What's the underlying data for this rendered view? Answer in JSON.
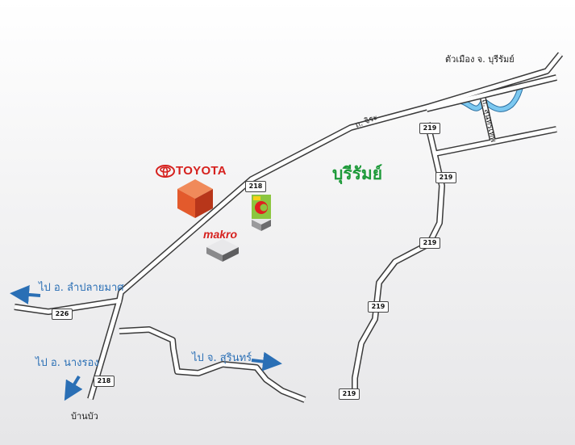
{
  "labels": {
    "city_center": "ตัวเมือง จ. บุรีรัมย์",
    "road_jira": "ถ. จิระ",
    "road_sunthonthep": "ถ. สุนทรเทพ",
    "district": "บุรีรัมย์",
    "to_lam_plai_mat": "ไป อ. ลำปลายมาศ",
    "to_nang_rong": "ไป อ. นางรอง",
    "to_surin": "ไป จ. สุรินทร์",
    "ban_bua": "บ้านบัว"
  },
  "routes": {
    "r218_top": "218",
    "r218_bottom": "218",
    "r226": "226",
    "r219_a": "219",
    "r219_b": "219",
    "r219_c": "219",
    "r219_d": "219",
    "r219_e": "219"
  },
  "landmarks": {
    "toyota": "TOYOTA",
    "makro": "makro"
  },
  "colors": {
    "road_outline": "#3a3a3a",
    "road_fill": "#ffffff",
    "river": "#5ab4e6",
    "arrow": "#2a6fb5",
    "district_text": "#1e9a3a",
    "toyota_red": "#d6211e",
    "makro_gray": "#8a8a8c",
    "bigc_green": "#8cc63f",
    "bigc_red": "#e02020",
    "bigc_yellow": "#f7d117"
  }
}
